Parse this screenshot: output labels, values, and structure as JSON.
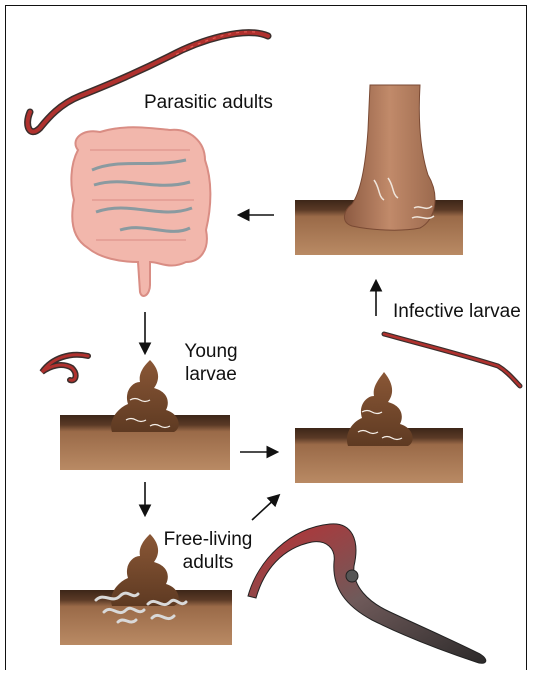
{
  "labels": {
    "parasitic_adults": "Parasitic adults",
    "infective_larvae": "Infective larvae",
    "young_larvae": "Young\nlarvae",
    "free_living_adults": "Free-living\nadults"
  },
  "colors": {
    "worm_red": "#b0312e",
    "worm_dark": "#3a2e2c",
    "soil_top": "#3d2618",
    "soil_body": "#9a6a48",
    "feces": "#7a4a2e",
    "intestine": "#f2b7ac",
    "skin": "#b07a5c",
    "arrow": "#111111"
  },
  "icons": [
    "parasitic-worm-icon",
    "intestine-icon",
    "foot-on-soil-icon",
    "infective-larva-icon",
    "feces-on-soil-icon",
    "free-living-worm-micrograph-icon"
  ]
}
